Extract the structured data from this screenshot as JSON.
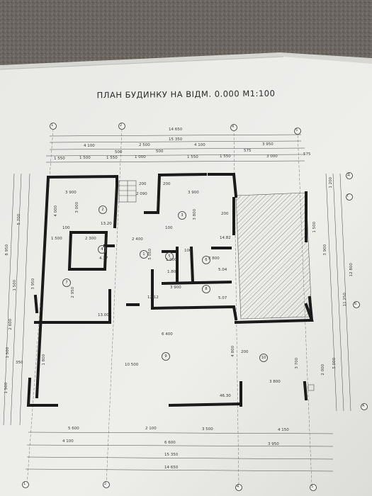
{
  "plan": {
    "title": "ПЛАН БУДИНКУ НА ВІДМ. 0.000 М1:100"
  },
  "dims": {
    "top": [
      "14 650",
      "15 350",
      "4 100",
      "2 500",
      "4 100",
      "3 950",
      "1 550",
      "1 500",
      "1 550",
      "1 000",
      "1 550",
      "1 550",
      "3 000",
      "500",
      "500",
      "575",
      "575"
    ],
    "inner": [
      "3 900",
      "3 900",
      "200",
      "2 090",
      "200",
      "2 300",
      "2 400",
      "1 500",
      "100",
      "100",
      "2 800",
      "1 000",
      "1.80",
      "100",
      "3 900",
      "200",
      "6 400",
      "10 500",
      "200",
      "3 800",
      "350"
    ],
    "left": [
      "5 700",
      "8 950",
      "1 500",
      "2 600",
      "4 000",
      "3 000",
      "3 950",
      "2 950",
      "1 500",
      "1 500",
      "1 800",
      "5 050",
      "3 800",
      "4 800"
    ],
    "right": [
      "1 200",
      "1 500",
      "3 900",
      "11 250",
      "12 800",
      "5 000",
      "3 700",
      "2 000"
    ],
    "bottom": [
      "5 600",
      "2 100",
      "3 500",
      "4 150",
      "4 100",
      "6 600",
      "3 950",
      "15 350",
      "14 650"
    ]
  },
  "areas": [
    "13.20",
    "14.82",
    "4.37",
    "5.04",
    "5.07",
    "12.12",
    "13.00",
    "46.30"
  ],
  "rooms": [
    "2",
    "3",
    "4",
    "1",
    "5",
    "6",
    "7",
    "8",
    "9",
    "10"
  ],
  "axes": [
    "1",
    "2",
    "4",
    "5",
    "Д",
    "Г",
    "Б",
    "А",
    "1",
    "2",
    "4",
    "5"
  ]
}
